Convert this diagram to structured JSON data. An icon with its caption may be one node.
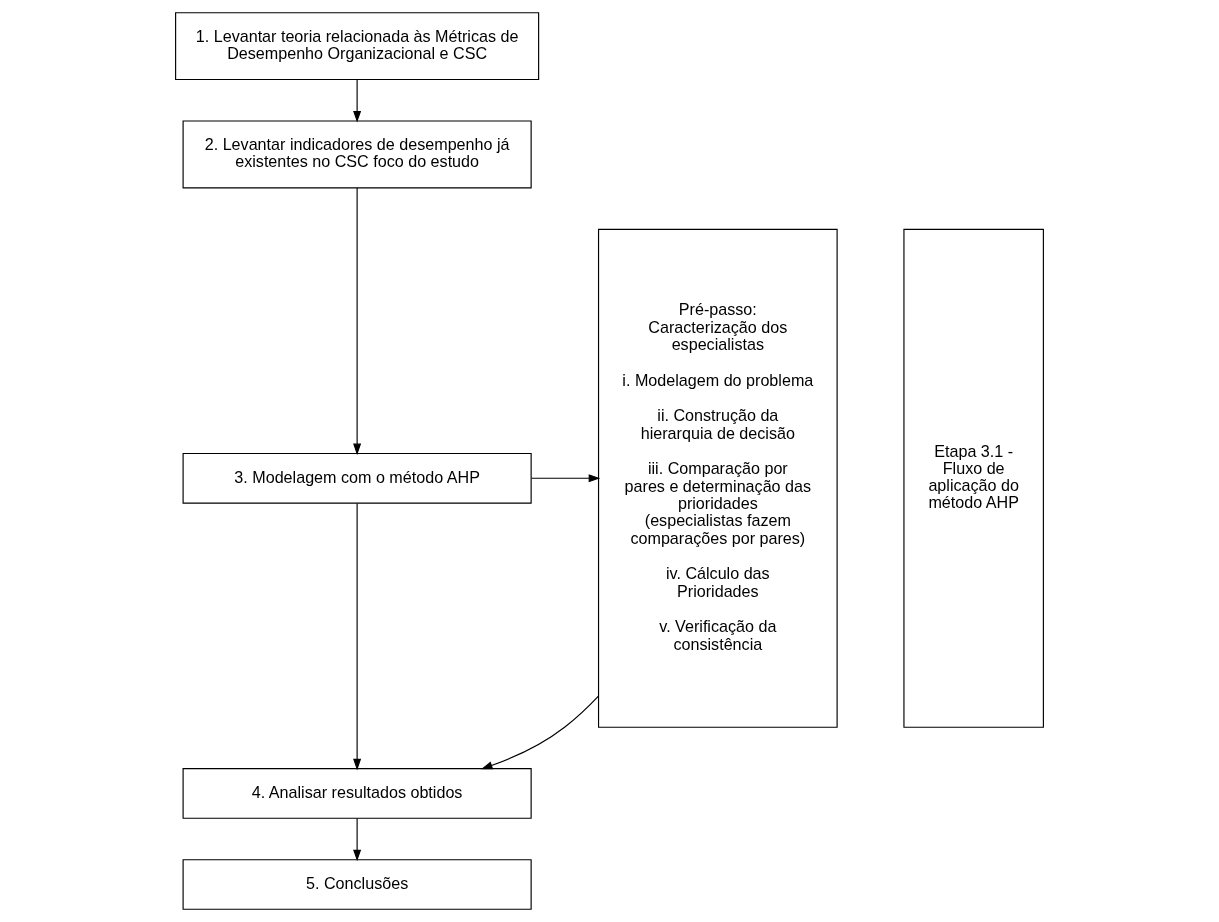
{
  "diagram": {
    "nodes": [
      {
        "text": [
          "1. Levantar teoria relacionada às Métricas de Desempenho Organizacional e CSC"
        ]
      },
      {
        "text": [
          "2. Levantar indicadores de desempenho já existentes no CSC foco do estudo"
        ]
      },
      {
        "text": [
          "3. Modelagem com o método AHP"
        ]
      },
      {
        "text": [
          "4. Analisar resultados obtidos"
        ]
      },
      {
        "text": [
          "5. Conclusões"
        ]
      },
      {
        "text": [
          "Pré-passo: Caracterização dos especialistas",
          "i. Modelagem do problema",
          "ii. Construção da hierarquia de decisão",
          "iii. Comparação por pares e determinação das prioridades (especialistas fazem comparações por pares)",
          "iv. Cálculo das Prioridades",
          "v. Verificação da consistência"
        ]
      },
      {
        "text": [
          "Etapa 3.1 - Fluxo de aplicação do método AHP"
        ]
      }
    ],
    "edges": [
      {
        "from": 0,
        "to": 1,
        "arrow": "to"
      },
      {
        "from": 1,
        "to": 2,
        "arrow": "to"
      },
      {
        "from": 2,
        "to": 3,
        "arrow": "to"
      },
      {
        "from": 3,
        "to": 4,
        "arrow": "to"
      },
      {
        "from": 2,
        "to": 5,
        "arrow": "to"
      },
      {
        "from": 5,
        "to": 3,
        "arrow": "to"
      }
    ]
  }
}
